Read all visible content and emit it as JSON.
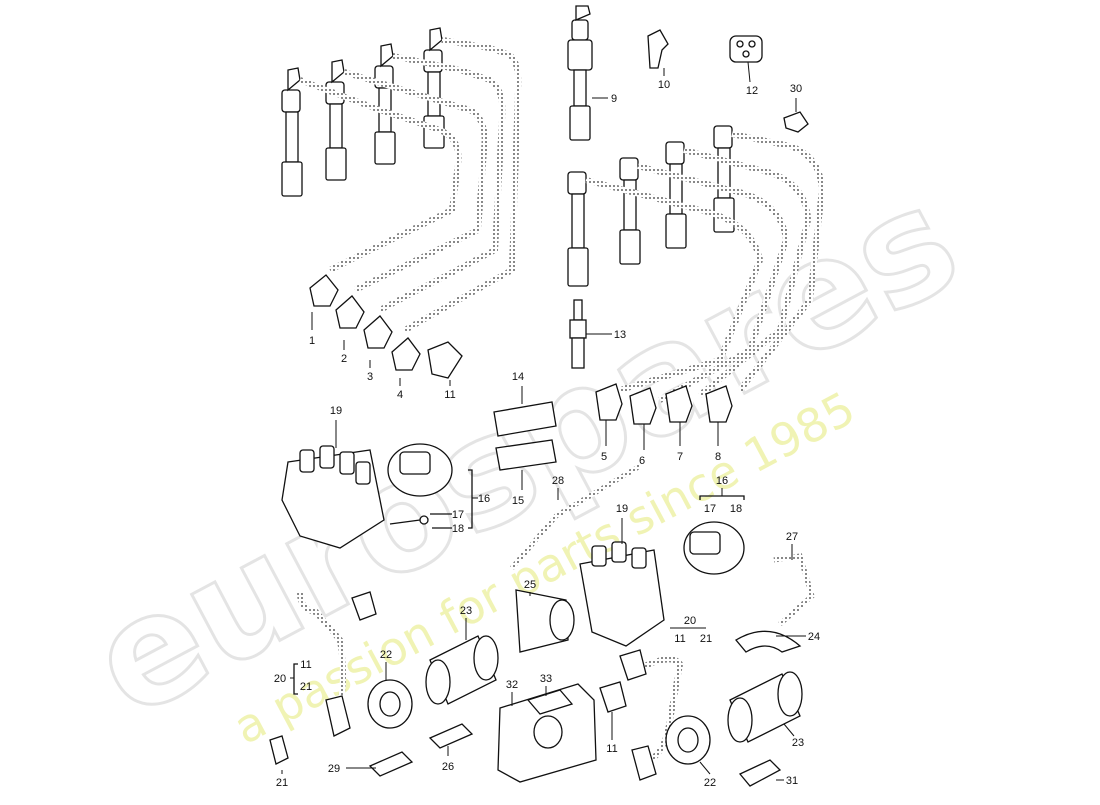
{
  "watermark": {
    "brand": "eurospares",
    "tagline": "a passion for parts since 1985",
    "color_brand": "#d9d9d9",
    "color_tagline": "#eef2a8"
  },
  "callouts": [
    {
      "id": "1",
      "label": "1"
    },
    {
      "id": "2",
      "label": "2"
    },
    {
      "id": "3",
      "label": "3"
    },
    {
      "id": "4",
      "label": "4"
    },
    {
      "id": "11a",
      "label": "11"
    },
    {
      "id": "9",
      "label": "9"
    },
    {
      "id": "10",
      "label": "10"
    },
    {
      "id": "12",
      "label": "12"
    },
    {
      "id": "30",
      "label": "30"
    },
    {
      "id": "13",
      "label": "13"
    },
    {
      "id": "5",
      "label": "5"
    },
    {
      "id": "6",
      "label": "6"
    },
    {
      "id": "7",
      "label": "7"
    },
    {
      "id": "8",
      "label": "8"
    },
    {
      "id": "14",
      "label": "14"
    },
    {
      "id": "15",
      "label": "15"
    },
    {
      "id": "19a",
      "label": "19"
    },
    {
      "id": "16a",
      "label": "16"
    },
    {
      "id": "17a",
      "label": "17"
    },
    {
      "id": "18a",
      "label": "18"
    },
    {
      "id": "28",
      "label": "28"
    },
    {
      "id": "25",
      "label": "25"
    },
    {
      "id": "19b",
      "label": "19"
    },
    {
      "id": "16b",
      "label": "16"
    },
    {
      "id": "17b",
      "label": "17"
    },
    {
      "id": "18b",
      "label": "18"
    },
    {
      "id": "27",
      "label": "27"
    },
    {
      "id": "24",
      "label": "24"
    },
    {
      "id": "20a",
      "label": "20"
    },
    {
      "id": "11b",
      "label": "11"
    },
    {
      "id": "21a",
      "label": "21"
    },
    {
      "id": "22a",
      "label": "22"
    },
    {
      "id": "23a",
      "label": "23"
    },
    {
      "id": "21b",
      "label": "21"
    },
    {
      "id": "29",
      "label": "29"
    },
    {
      "id": "26",
      "label": "26"
    },
    {
      "id": "32",
      "label": "32"
    },
    {
      "id": "33",
      "label": "33"
    },
    {
      "id": "20b",
      "label": "20"
    },
    {
      "id": "11c",
      "label": "11"
    },
    {
      "id": "21c",
      "label": "21"
    },
    {
      "id": "11d",
      "label": "11"
    },
    {
      "id": "22b",
      "label": "22"
    },
    {
      "id": "23b",
      "label": "23"
    },
    {
      "id": "31",
      "label": "31"
    }
  ]
}
